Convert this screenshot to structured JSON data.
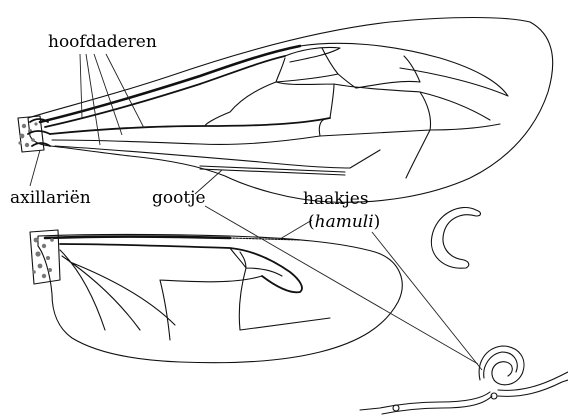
{
  "labels": {
    "main_veins": "hoofdaderen",
    "axillaries": "axillariën",
    "groove": "gootje",
    "hooks": "haakjes",
    "hooks_latin_open": "(",
    "hooks_latin": "hamuli",
    "hooks_latin_close": ")"
  }
}
